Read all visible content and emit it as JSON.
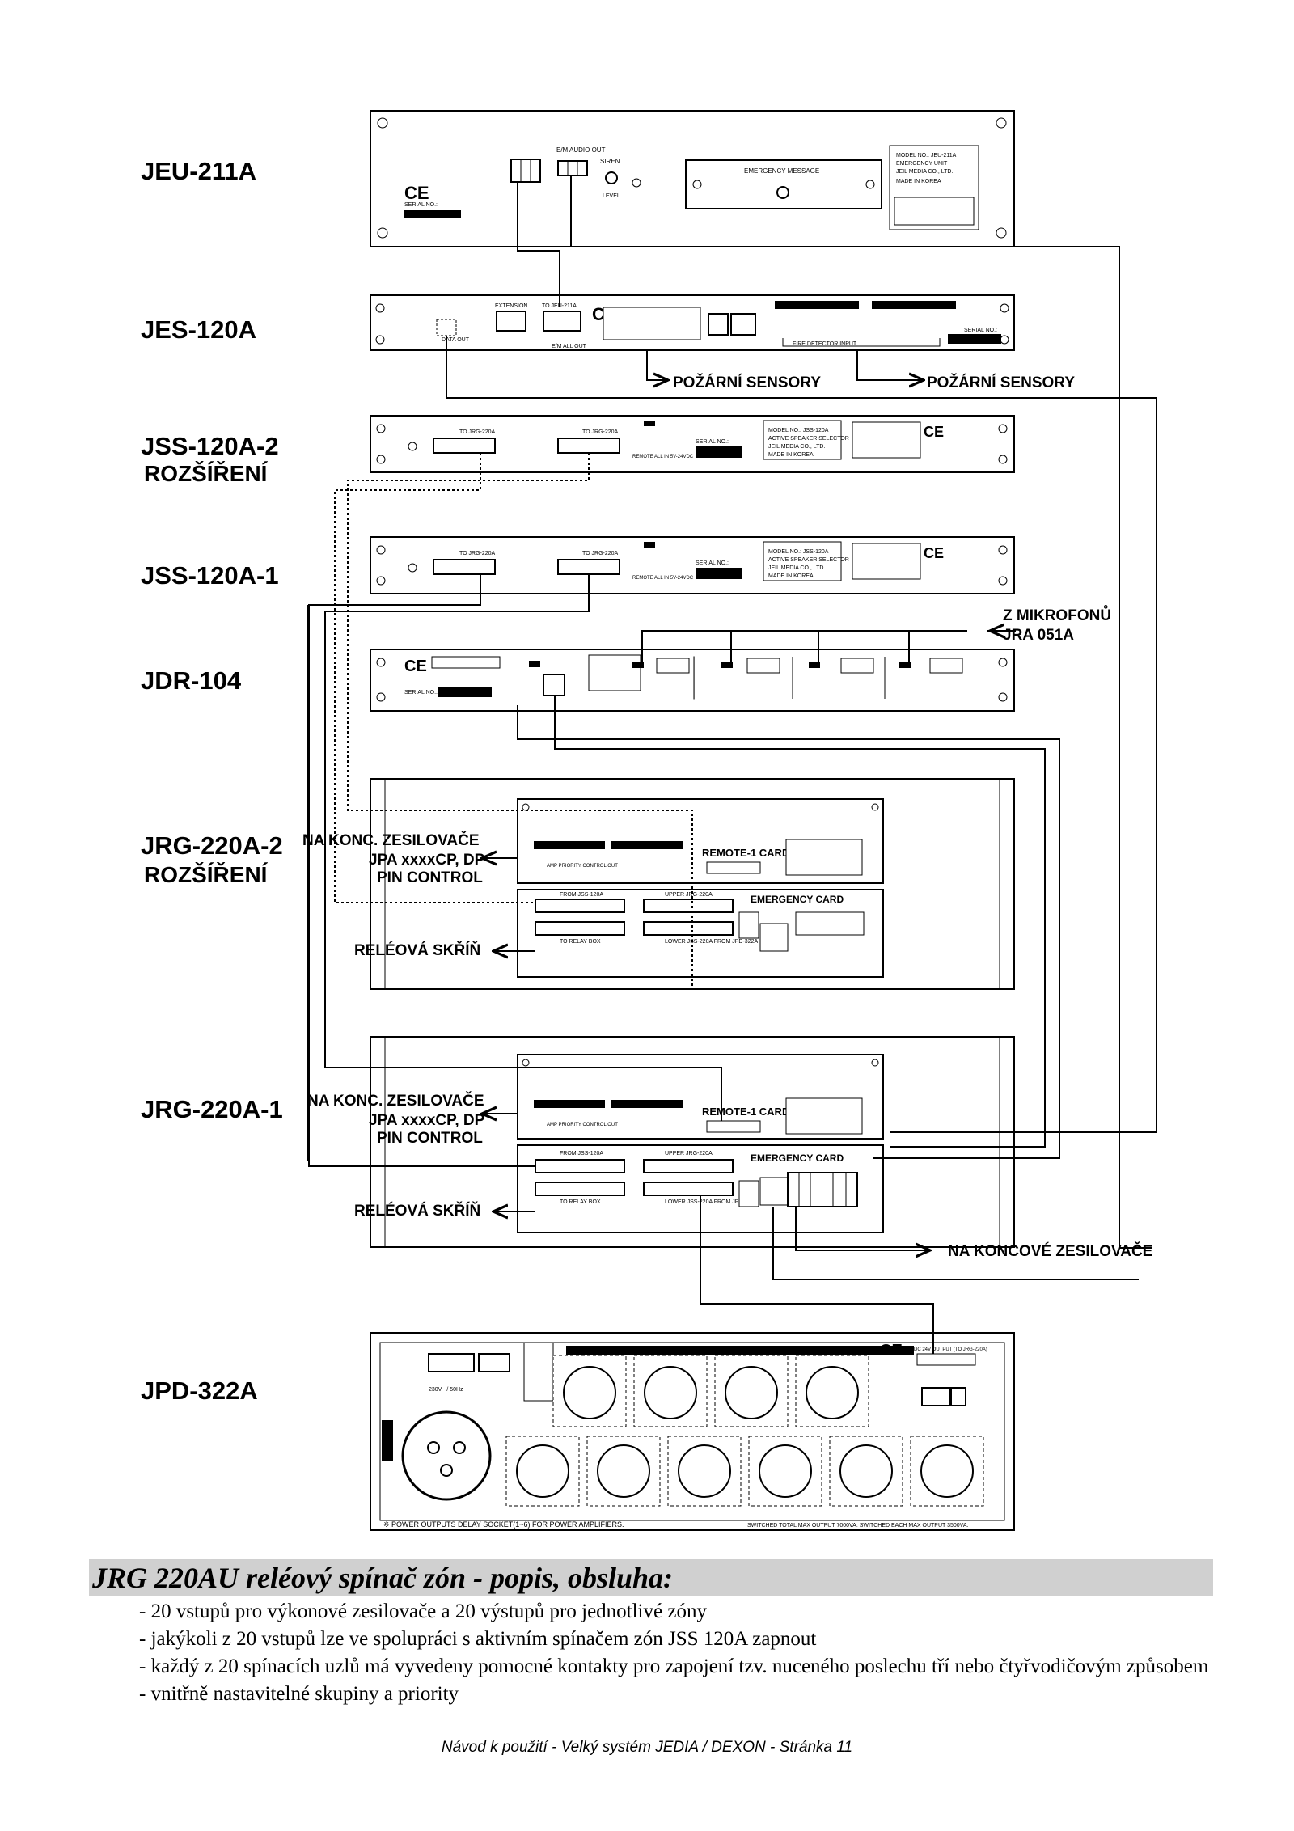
{
  "devices": [
    {
      "model": "JEU-211A"
    },
    {
      "model": "JES-120A"
    },
    {
      "model": "JSS-120A-2",
      "sub": "ROZŠÍŘENÍ"
    },
    {
      "model": "JSS-120A-1"
    },
    {
      "model": "JDR-104"
    },
    {
      "model": "JRG-220A-2",
      "sub": "ROZŠÍŘENÍ"
    },
    {
      "model": "JRG-220A-1"
    },
    {
      "model": "JPD-322A"
    }
  ],
  "annotations": {
    "fire_sensors_1": "POŽÁRNÍ SENSORY",
    "fire_sensors_2": "POŽÁRNÍ SENSORY",
    "from_mic_1": "Z MIKROFONŮ",
    "from_mic_2": "JRA 051A",
    "amp2_l1": "NA KONC. ZESILOVAČE",
    "amp2_l2": "JPA xxxxCP, DP",
    "amp2_l3": "PIN CONTROL",
    "relay2": "RELÉOVÁ SKŘÍŇ",
    "amp1_l1": "NA KONC. ZESILOVAČE",
    "amp1_l2": "JPA xxxxCP, DP",
    "amp1_l3": "PIN CONTROL",
    "relay1": "RELÉOVÁ SKŘÍŇ",
    "to_final_amps": "NA KONCOVÉ ZESILOVAČE"
  },
  "panel_text": {
    "emergency_message": "EMERGENCY MESSAGE",
    "em_audio_out": "E/M AUDIO OUT",
    "siren": "SIREN",
    "level": "LEVEL",
    "serial_no": "SERIAL NO.:",
    "made_in_korea": "MADE IN KOREA",
    "model_jeu": "MODEL NO.: JEU-211A",
    "emergency_unit": "EMERGENCY UNIT",
    "jeil": "JEIL MEDIA CO., LTD.",
    "extension": "EXTENSION",
    "to_jeu": "TO JEU-211A",
    "to_jrg": "TO JRG-220A",
    "data_out": "DATA OUT",
    "em_all_out": "E/M ALL OUT",
    "fire_detector_input": "FIRE DETECTOR INPUT",
    "model_jss": "MODEL NO.: JSS-120A",
    "active_speaker_selector": "ACTIVE SPEAKER SELECTOR",
    "remote_all_in": "REMOTE ALL IN 5V-24VDC",
    "remote_1_card": "REMOTE-1 CARD",
    "from_jss": "FROM JSS-120A",
    "emergency_card": "EMERGENCY CARD",
    "amp_priority": "AMP PRIORITY CONTROL OUT",
    "to_relay_box": "TO RELAY BOX",
    "upper_jrg": "UPPER JRG-220A",
    "lower_jss": "LOWER JSS-220A FROM JPD-322A",
    "power_outputs": "※ POWER OUTPUTS DELAY SOCKET(1~6) FOR POWER AMPLIFIERS.",
    "switched_total": "SWITCHED TOTAL MAX OUTPUT 7000VA. SWITCHED EACH MAX OUTPUT 3500VA.",
    "voltage": "230V~ / 50Hz",
    "dc_output": "DC 24V OUTPUT (TO JRG-220A)"
  },
  "section": {
    "heading": "JRG 220AU reléový spínač zón - popis, obsluha:",
    "bullets": [
      "- 20 vstupů pro výkonové zesilovače a 20 výstupů pro jednotlivé zóny",
      "- jakýkoli z 20 vstupů lze ve spolupráci s aktivním spínačem zón JSS 120A zapnout",
      "- každý z 20 spínacích uzlů má vyvedeny pomocné kontakty pro zapojení tzv. nuceného poslechu tří nebo čty­řvodičovým způsobem",
      "- vnitřně nastavitelné skupiny a priority"
    ]
  },
  "footer": "Návod k použití - Velký systém JEDIA / DEXON - Stránka 11"
}
